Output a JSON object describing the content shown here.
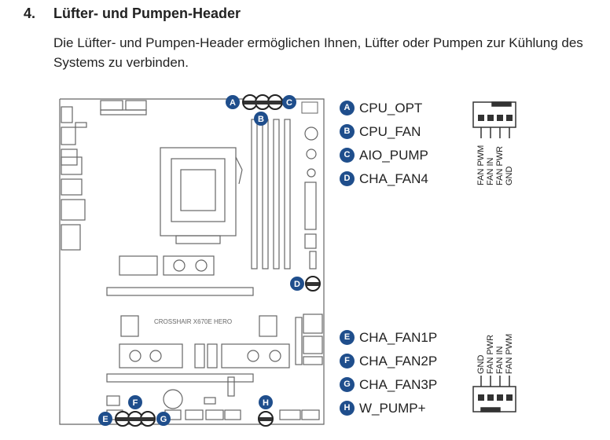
{
  "section": {
    "number": "4.",
    "title": "Lüfter- und Pumpen-Header",
    "description": "Die Lüfter- und Pumpen-Header ermöglichen Ihnen, Lüfter oder Pumpen zur Kühlung des Systems zu verbinden."
  },
  "board": {
    "model_text": "CROSSHAIR X670E HERO",
    "markers": [
      "A",
      "B",
      "C",
      "D",
      "E",
      "F",
      "G",
      "H"
    ]
  },
  "legend_top": [
    {
      "badge": "A",
      "label": "CPU_OPT"
    },
    {
      "badge": "B",
      "label": "CPU_FAN"
    },
    {
      "badge": "C",
      "label": "AIO_PUMP"
    },
    {
      "badge": "D",
      "label": "CHA_FAN4"
    }
  ],
  "legend_bottom": [
    {
      "badge": "E",
      "label": "CHA_FAN1P"
    },
    {
      "badge": "F",
      "label": "CHA_FAN2P"
    },
    {
      "badge": "G",
      "label": "CHA_FAN3P"
    },
    {
      "badge": "H",
      "label": "W_PUMP+"
    }
  ],
  "pinout_top": [
    "FAN PWM",
    "FAN IN",
    "FAN PWR",
    "GND"
  ],
  "pinout_bottom": [
    "GND",
    "FAN PWR",
    "FAN IN",
    "FAN PWM"
  ],
  "colors": {
    "badge": "#1f4e8c",
    "line": "#555555",
    "text": "#222222"
  }
}
